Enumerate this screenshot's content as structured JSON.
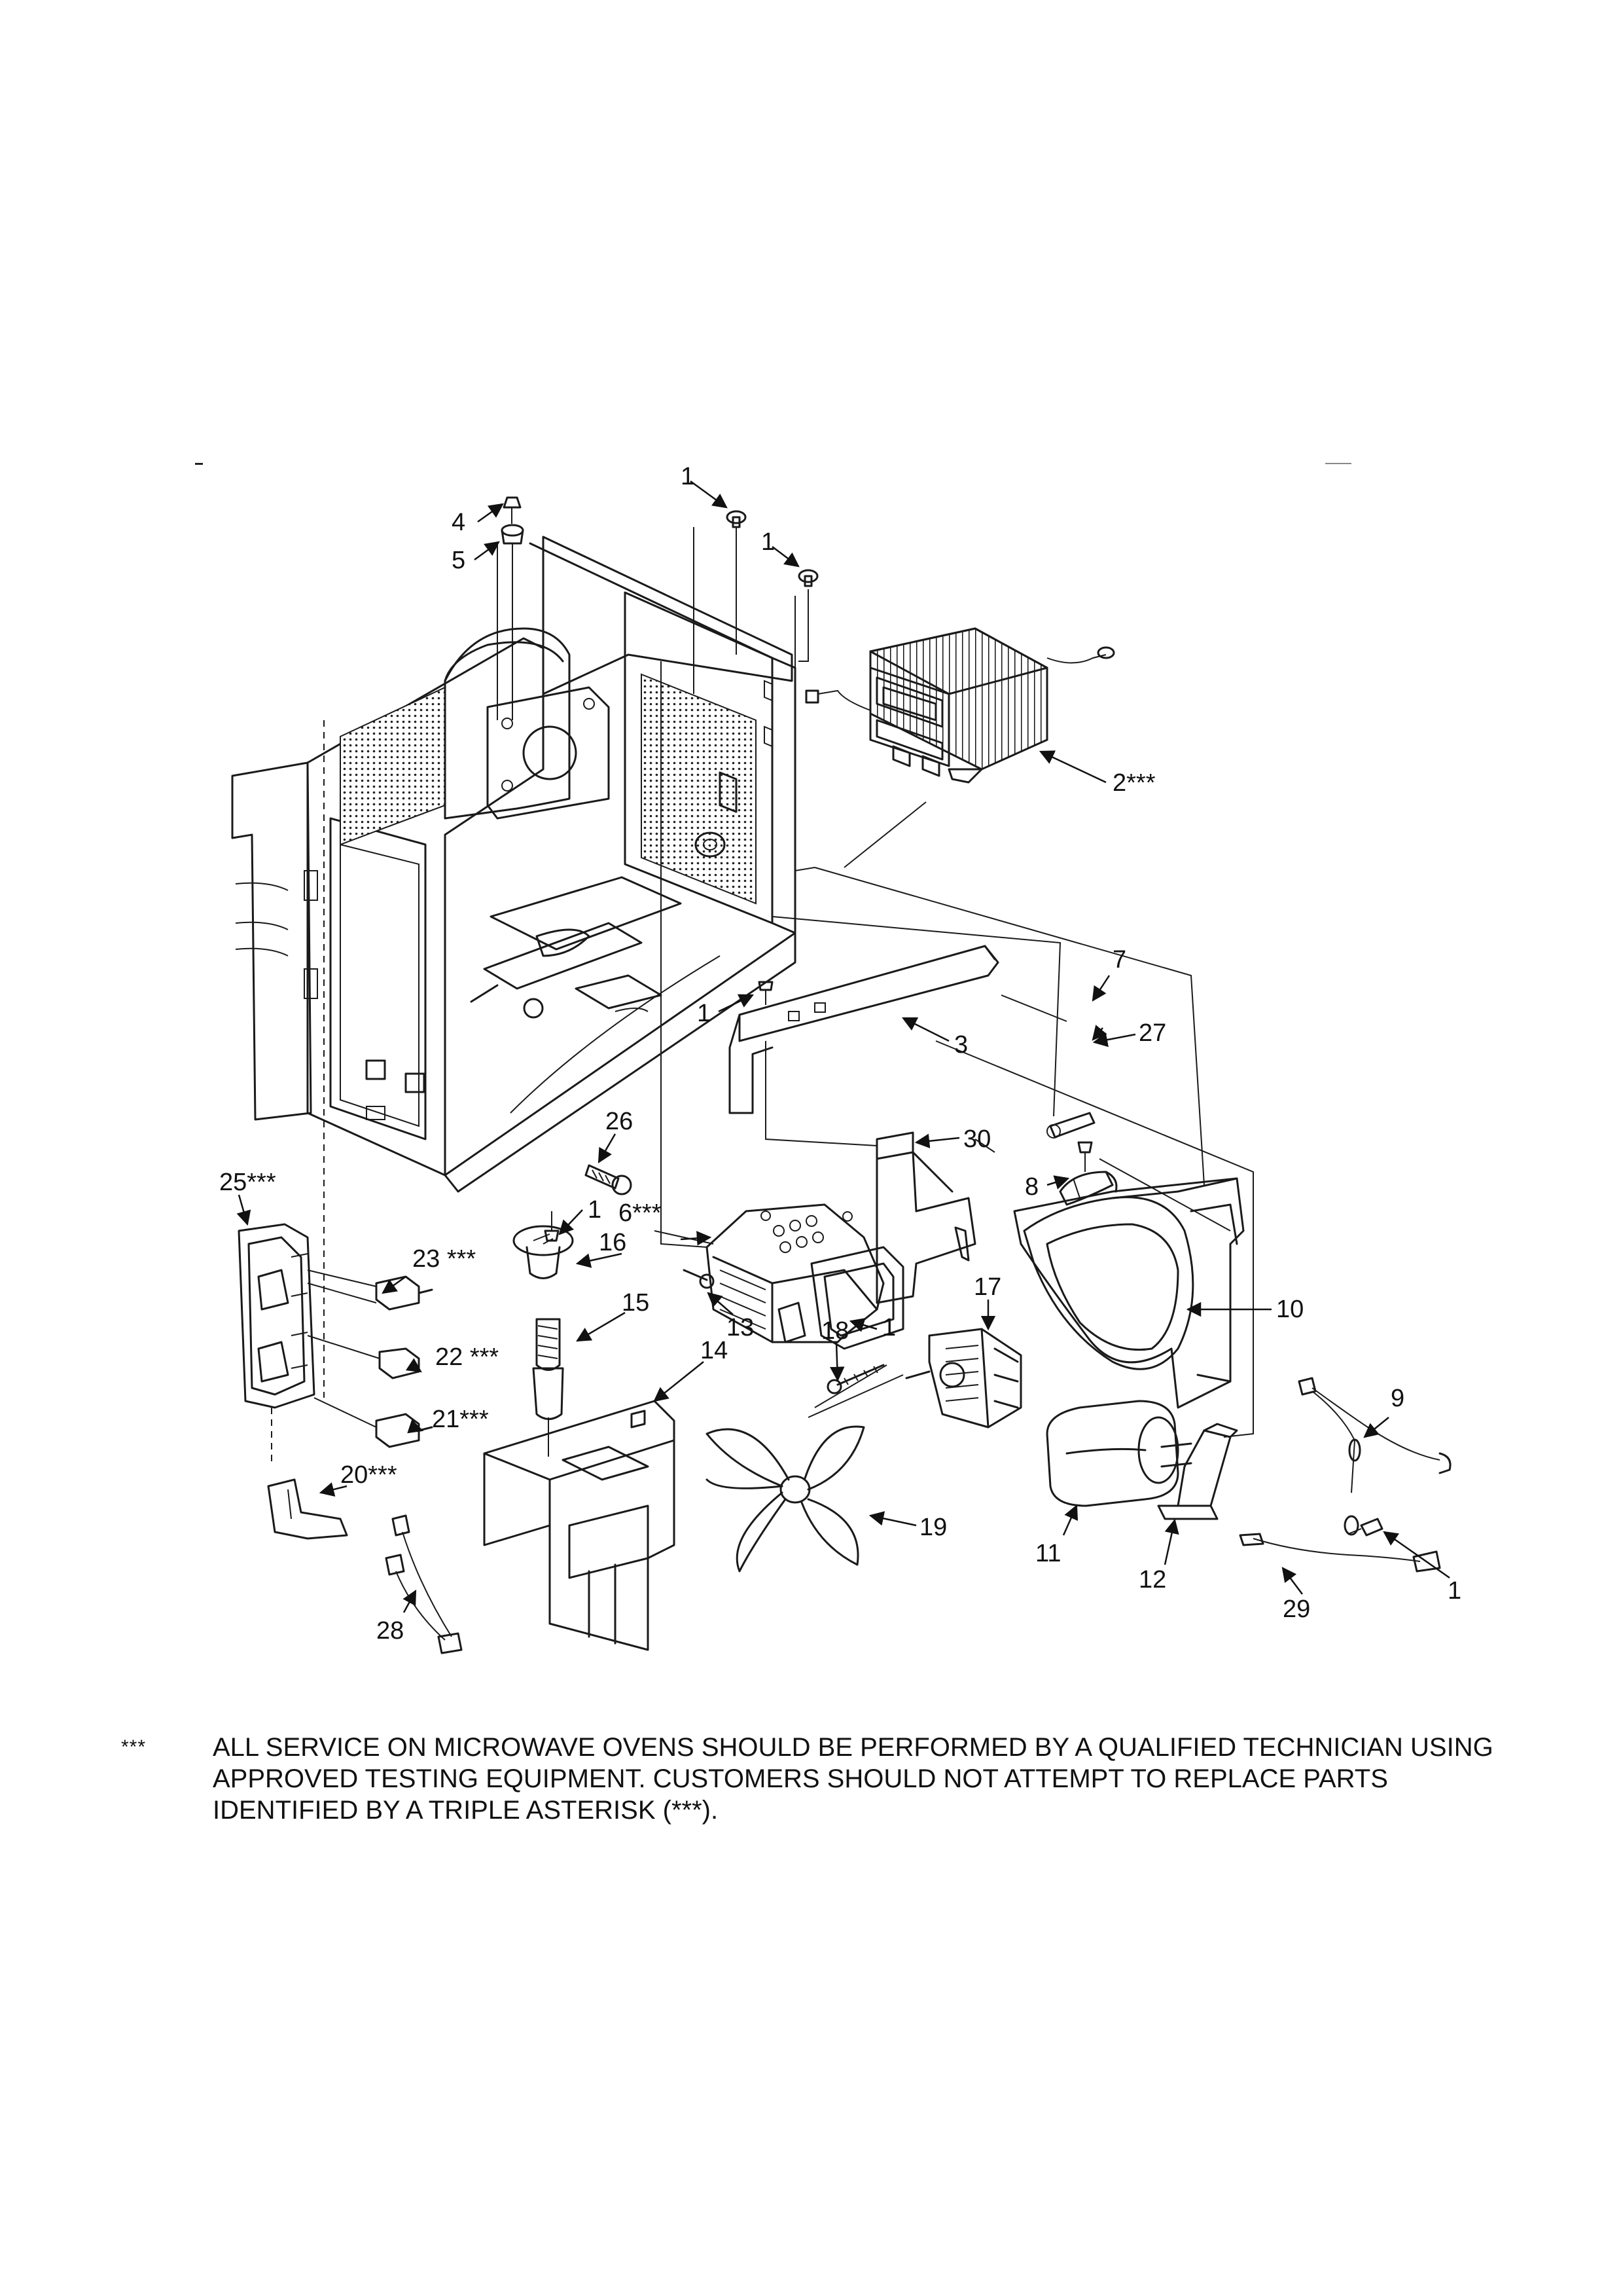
{
  "callouts": {
    "c1a": "1",
    "c1b": "1",
    "c1c": "1",
    "c1d": "1",
    "c1e": "1",
    "c1f": "1",
    "c2": "2***",
    "c3": "3",
    "c4": "4",
    "c5": "5",
    "c6": "6***",
    "c7": "7",
    "c8": "8",
    "c9": "9",
    "c10": "10",
    "c11": "11",
    "c12": "12",
    "c13": "13",
    "c14": "14",
    "c15": "15",
    "c16": "16",
    "c17": "17",
    "c18": "18",
    "c19": "19",
    "c20": "20***",
    "c21": "21***",
    "c22": "22 ***",
    "c23": "23 ***",
    "c25": "25***",
    "c26": "26",
    "c27": "27",
    "c28": "28",
    "c29": "29",
    "c30": "30"
  },
  "footnote": {
    "marker": "***",
    "line1": "ALL SERVICE ON MICROWAVE OVENS SHOULD BE PERFORMED BY A  QUALIFIED TECHNICIAN USING",
    "line2": "APPROVED TESTING EQUIPMENT.  CUSTOMERS SHOULD NOT ATTEMPT TO REPLACE PARTS",
    "line3": "IDENTIFIED BY A TRIPLE ASTERISK (***)."
  }
}
